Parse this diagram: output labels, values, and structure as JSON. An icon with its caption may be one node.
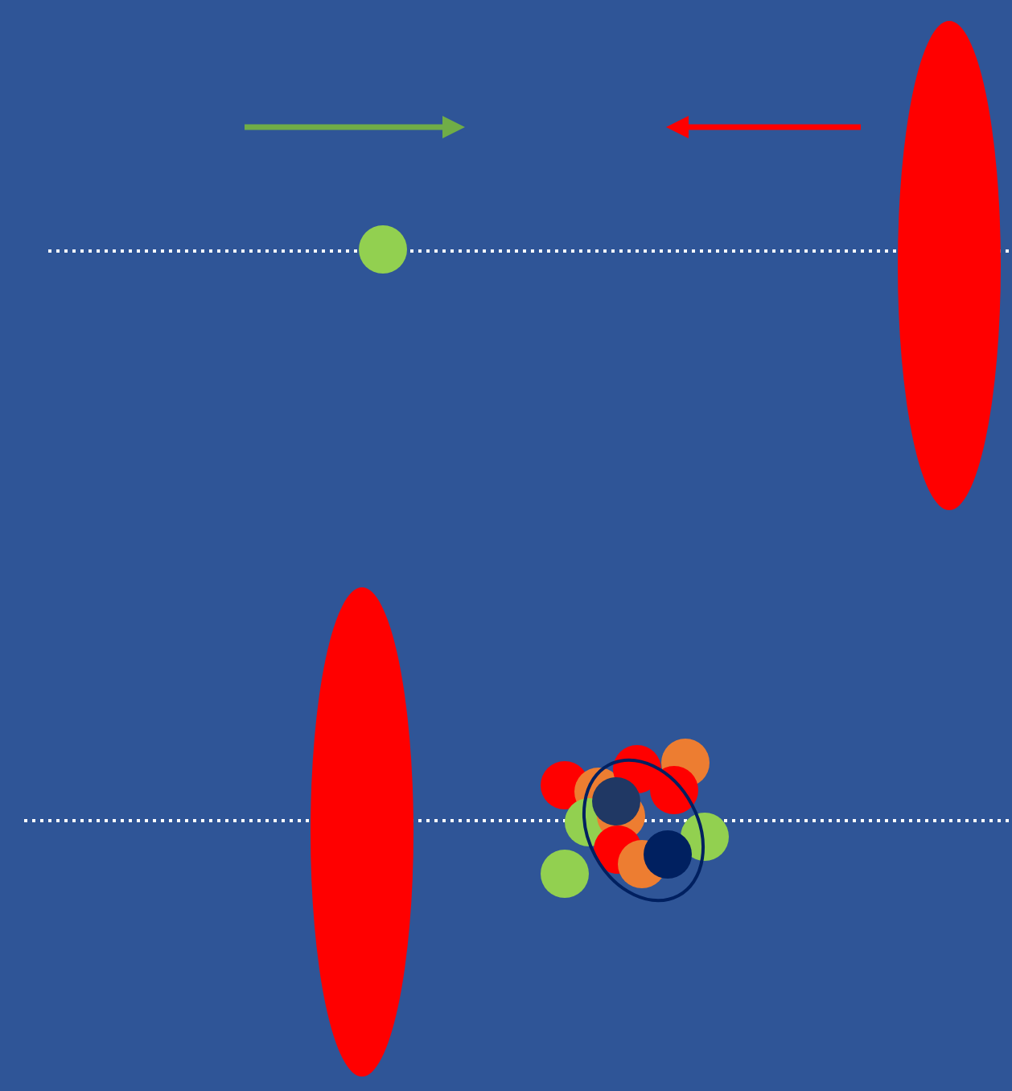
{
  "diagram": {
    "nodes": [
      {
        "text": [],
        "shape": "circle"
      },
      {
        "text": [],
        "shape": "ellipse"
      },
      {
        "text": [],
        "shape": "ellipse"
      }
    ]
  }
}
